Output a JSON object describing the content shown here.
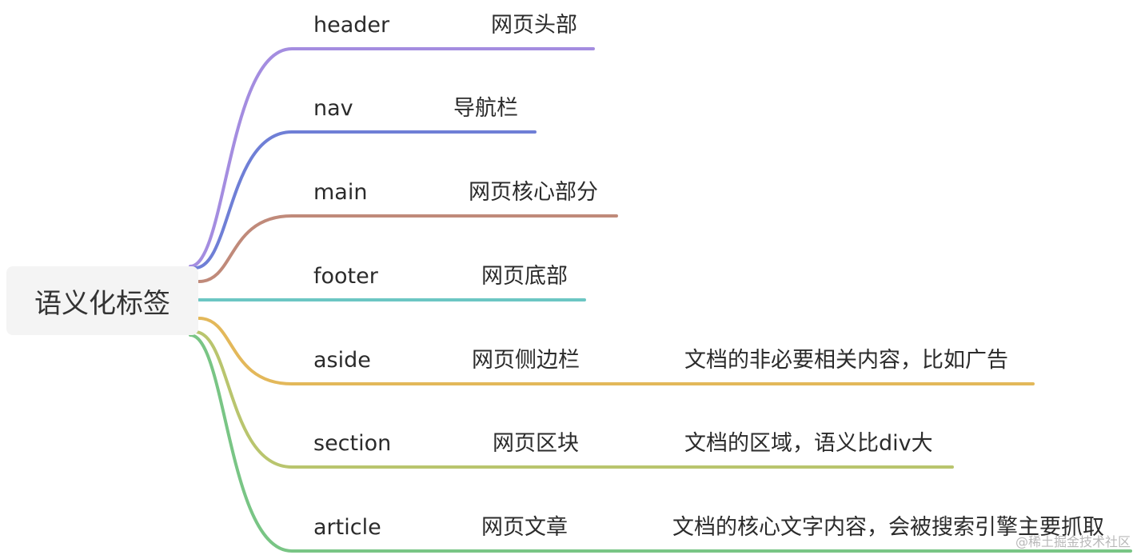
{
  "root": {
    "label": "语义化标签"
  },
  "branches": [
    {
      "tag": "header",
      "meaning": "网页头部",
      "note": "",
      "color": "#a48de0"
    },
    {
      "tag": "nav",
      "meaning": "导航栏",
      "note": "",
      "color": "#6f7fd6"
    },
    {
      "tag": "main",
      "meaning": "网页核心部分",
      "note": "",
      "color": "#c08a7a"
    },
    {
      "tag": "footer",
      "meaning": "网页底部",
      "note": "",
      "color": "#6cc6c3"
    },
    {
      "tag": "aside",
      "meaning": "网页侧边栏",
      "note": "文档的非必要相关内容，比如广告",
      "color": "#e3b85a"
    },
    {
      "tag": "section",
      "meaning": "网页区块",
      "note": "文档的区域，语义比div大",
      "color": "#b9c56e"
    },
    {
      "tag": "article",
      "meaning": "网页文章",
      "note": "文档的核心文字内容，会被搜索引擎主要抓取",
      "color": "#79c585"
    }
  ],
  "watermark": "@稀土掘金技术社区"
}
